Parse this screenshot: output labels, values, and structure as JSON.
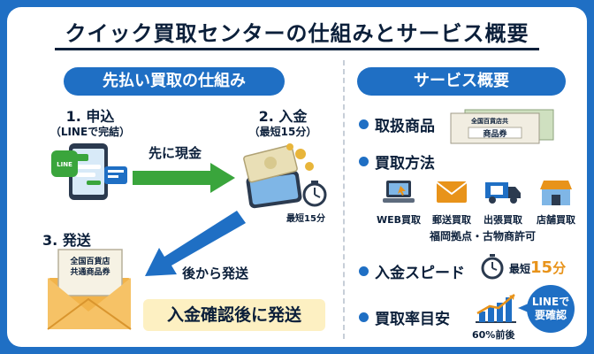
{
  "title": "クイック買取センターの仕組みとサービス概要",
  "left": {
    "heading": "先払い買取の仕組み",
    "step1": {
      "label": "1. 申込",
      "sub": "（LINEで完結）",
      "app_text": "LINE"
    },
    "step2": {
      "label": "2. 入金",
      "sub": "（最短15分）",
      "clock_caption": "最短15分"
    },
    "step3": {
      "label": "3. 発送",
      "voucher_line1": "全国百貨店",
      "voucher_line2": "共通商品券"
    },
    "arrow1_text": "先に現金",
    "arrow2_text": "後から発送",
    "notice": "入金確認後に発送"
  },
  "right": {
    "heading": "サービス概要",
    "items_label": "取扱商品",
    "voucher_line1": "全国百貨店共",
    "voucher_line2": "商品券",
    "methods_label": "買取方法",
    "methods": [
      {
        "label": "WEB買取",
        "icon": "laptop-icon"
      },
      {
        "label": "郵送買取",
        "icon": "envelope-icon"
      },
      {
        "label": "出張買取",
        "icon": "truck-icon"
      },
      {
        "label": "店舗買取",
        "icon": "store-icon"
      }
    ],
    "location_note": "福岡拠点・古物商許可",
    "speed_label": "入金スピード",
    "speed_prefix": "最短",
    "speed_value": "15",
    "speed_unit": "分",
    "rate_label": "買取率目安",
    "rate_value": "60%前後",
    "badge_line1": "LINEで",
    "badge_line2": "要確認"
  },
  "colors": {
    "primary": "#1f6fc4",
    "green_arrow": "#3aa53c",
    "blue_arrow": "#1f6fc4",
    "orange": "#e8931a",
    "notice_bg": "#fdf0c2",
    "dark": "#0b1f3a"
  }
}
